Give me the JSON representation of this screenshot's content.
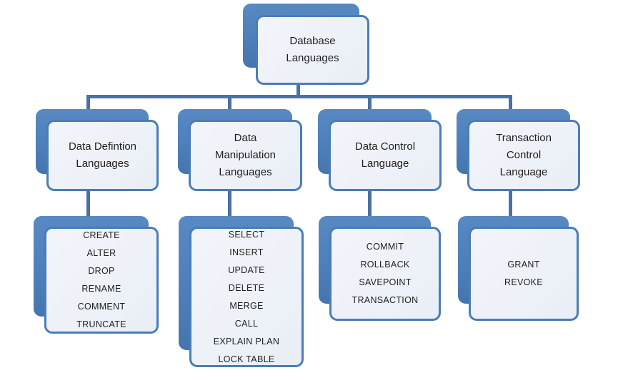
{
  "colors": {
    "card_back": "#4F81BD",
    "card_back_dark": "#4575AC",
    "card_front_fill": "#EDF1F8",
    "card_border": "#4A7CB8",
    "connector": "#4A71A3",
    "text": "#1F1F1F",
    "canvas_bg": "#FFFFFF"
  },
  "chart_data": {
    "type": "hierarchy-diagram",
    "title": "Database Languages",
    "root": "Database Languages",
    "branches": [
      {
        "label": "Data Defintion Languages",
        "items": [
          "CREATE",
          "ALTER",
          "DROP",
          "RENAME",
          "COMMENT",
          "TRUNCATE"
        ]
      },
      {
        "label": "Data Manipulation Languages",
        "items": [
          "SELECT",
          "INSERT",
          "UPDATE",
          "DELETE",
          "MERGE",
          "CALL",
          "EXPLAIN PLAN",
          "LOCK TABLE"
        ]
      },
      {
        "label": "Data Control Language",
        "items": [
          "COMMIT",
          "ROLLBACK",
          "SAVEPOINT",
          "TRANSACTION"
        ]
      },
      {
        "label": "Transaction Control Language",
        "items": [
          "GRANT",
          "REVOKE"
        ]
      }
    ]
  },
  "tree": {
    "root": {
      "label": "Database Languages"
    },
    "branches": [
      {
        "label": "Data Defintion Languages",
        "items": [
          "CREATE",
          "ALTER",
          "DROP",
          "RENAME",
          "COMMENT",
          "TRUNCATE"
        ]
      },
      {
        "label": "Data Manipulation Languages",
        "items": [
          "SELECT",
          "INSERT",
          "UPDATE",
          "DELETE",
          "MERGE",
          "CALL",
          "EXPLAIN PLAN",
          "LOCK TABLE"
        ]
      },
      {
        "label": "Data Control Language",
        "items": [
          "COMMIT",
          "ROLLBACK",
          "SAVEPOINT",
          "TRANSACTION"
        ]
      },
      {
        "label": "Transaction Control Language",
        "items": [
          "GRANT",
          "REVOKE"
        ]
      }
    ]
  }
}
